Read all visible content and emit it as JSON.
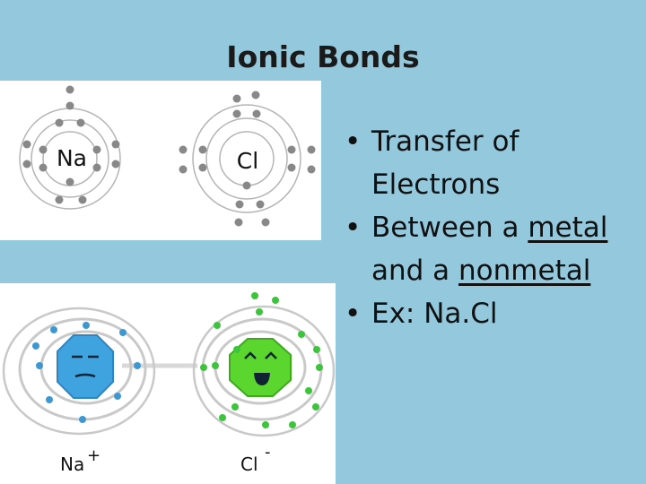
{
  "title": "Ionic Bonds",
  "bohr": {
    "na_symbol": "Na",
    "cl_symbol": "Cl"
  },
  "ions": {
    "na_base": "Na",
    "na_charge": "+",
    "cl_base": "Cl",
    "cl_charge": "-"
  },
  "bullets": {
    "marker": "•",
    "b1_line1": "Transfer of",
    "b1_line2": "Electrons",
    "b2_line1_prefix": "Between a ",
    "b2_line1_u": "metal",
    "b2_line2_prefix": "and a ",
    "b2_line2_u": "nonmetal",
    "b3": "Ex: Na.Cl"
  },
  "colors": {
    "background": "#94c8dc",
    "electron": "#888888",
    "na_ion": "#3fa3df",
    "cl_ion": "#5ad62f",
    "na_electron": "#3d98d2",
    "cl_electron": "#3cc43c"
  }
}
